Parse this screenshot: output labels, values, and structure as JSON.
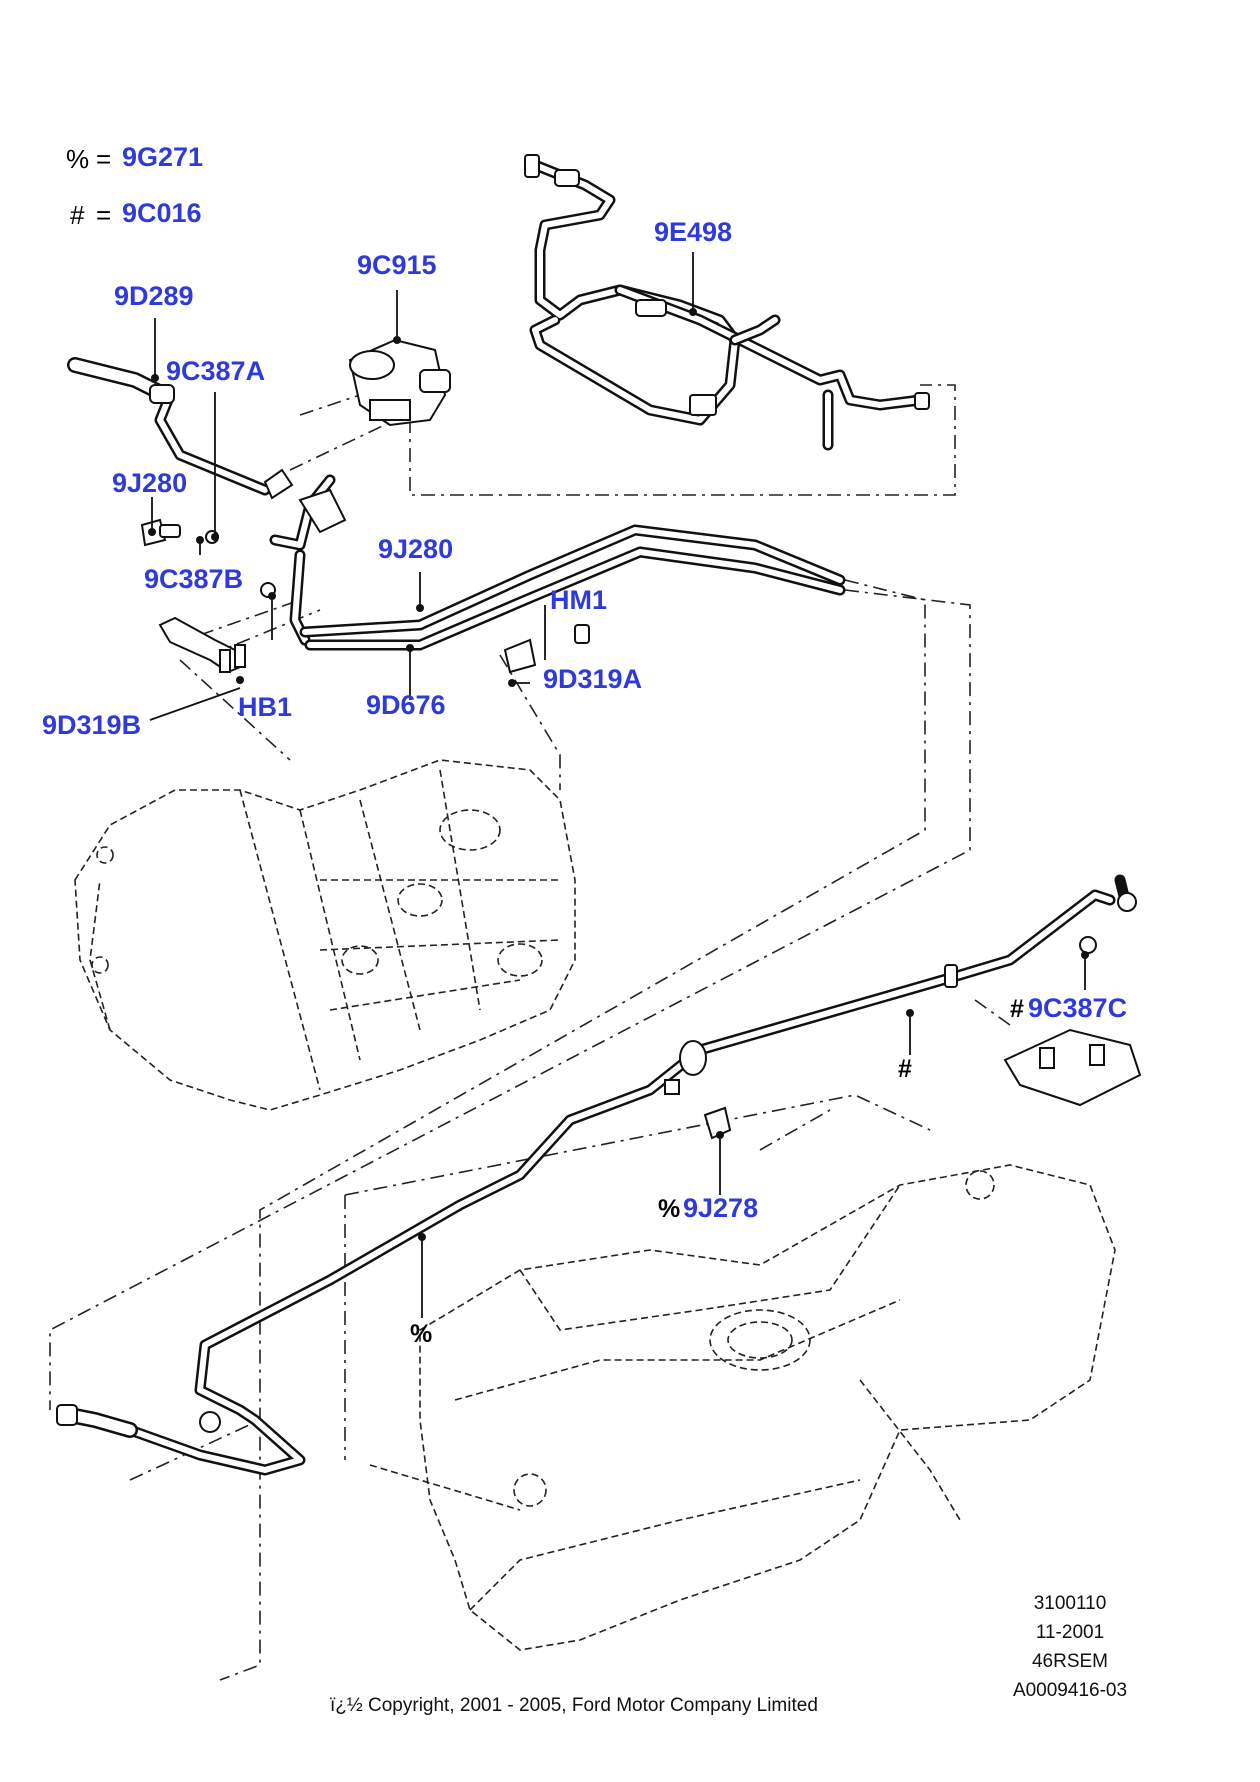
{
  "legend": {
    "percent_symbol": "%",
    "percent_part": "9G271",
    "hash_symbol": "#",
    "hash_part": "9C016",
    "equals": "="
  },
  "labels": {
    "l_9d289": "9D289",
    "l_9c915": "9C915",
    "l_9e498": "9E498",
    "l_9c387a": "9C387A",
    "l_9j280_top": "9J280",
    "l_9c387b": "9C387B",
    "l_9j280_mid": "9J280",
    "l_hm1": "HM1",
    "l_9d319a": "9D319A",
    "l_hb1": "HB1",
    "l_9d676": "9D676",
    "l_9d319b": "9D319B",
    "l_9c387c": "9C387C",
    "l_9j278": "9J278"
  },
  "symbols": {
    "hash_9c387c": "#",
    "hash_line": "#",
    "percent_9j278": "%",
    "percent_line": "%"
  },
  "meta": {
    "line1": "3100110",
    "line2": "11-2001",
    "line3": "46RSEM",
    "line4": "A0009416-03"
  },
  "copyright": "ï¿½ Copyright, 2001 - 2005, Ford Motor Company Limited",
  "colors": {
    "label": "#2f3bd8",
    "line": "#111111",
    "background": "#ffffff"
  }
}
